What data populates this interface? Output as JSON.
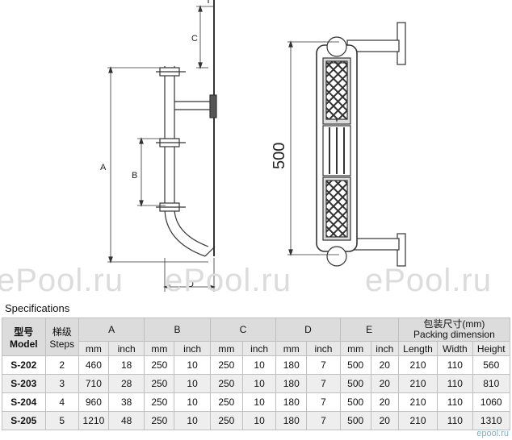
{
  "drawing": {
    "labels": {
      "A": "A",
      "B": "B",
      "C": "C",
      "D": "D",
      "height": "500"
    }
  },
  "watermarks": [
    "ePool.ru",
    "ePool.ru",
    "ePool.ru"
  ],
  "corner_logo": "epool.ru",
  "spec": {
    "title": "Specifications",
    "headers": {
      "model_cn": "型号",
      "model_en": "Model",
      "steps_cn": "梯级",
      "steps_en": "Steps",
      "A": "A",
      "B": "B",
      "C": "C",
      "D": "D",
      "E": "E",
      "packing_cn": "包装尺寸(mm)",
      "packing_en": "Packing dimension"
    },
    "subheaders": {
      "mm": "mm",
      "inch": "inch",
      "length": "Length",
      "width": "Width",
      "height": "Height"
    },
    "rows": [
      {
        "model": "S-202",
        "steps": "2",
        "a_mm": "460",
        "a_in": "18",
        "b_mm": "250",
        "b_in": "10",
        "c_mm": "250",
        "c_in": "10",
        "d_mm": "180",
        "d_in": "7",
        "e_mm": "500",
        "e_in": "20",
        "len": "210",
        "wid": "110",
        "hei": "560"
      },
      {
        "model": "S-203",
        "steps": "3",
        "a_mm": "710",
        "a_in": "28",
        "b_mm": "250",
        "b_in": "10",
        "c_mm": "250",
        "c_in": "10",
        "d_mm": "180",
        "d_in": "7",
        "e_mm": "500",
        "e_in": "20",
        "len": "210",
        "wid": "110",
        "hei": "810"
      },
      {
        "model": "S-204",
        "steps": "4",
        "a_mm": "960",
        "a_in": "38",
        "b_mm": "250",
        "b_in": "10",
        "c_mm": "250",
        "c_in": "10",
        "d_mm": "180",
        "d_in": "7",
        "e_mm": "500",
        "e_in": "20",
        "len": "210",
        "wid": "110",
        "hei": "1060"
      },
      {
        "model": "S-205",
        "steps": "5",
        "a_mm": "1210",
        "a_in": "48",
        "b_mm": "250",
        "b_in": "10",
        "c_mm": "250",
        "c_in": "10",
        "d_mm": "180",
        "d_in": "7",
        "e_mm": "500",
        "e_in": "20",
        "len": "210",
        "wid": "110",
        "hei": "1310"
      }
    ]
  }
}
